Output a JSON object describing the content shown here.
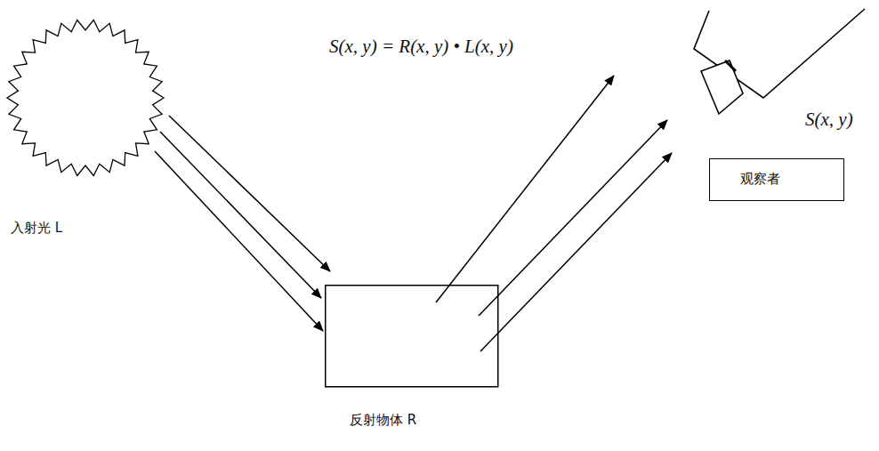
{
  "diagram": {
    "nodes": [
      {
        "text": [
          "入射光 L"
        ]
      },
      {
        "text": [
          "S(x, y)"
        ]
      },
      {
        "text": [
          "观察者"
        ]
      },
      {
        "text": [
          "反射物体 R"
        ]
      }
    ],
    "edges": [
      {
        "from": 0,
        "to": 3,
        "arrow": "to"
      },
      {
        "from": 0,
        "to": 3,
        "arrow": "to"
      },
      {
        "from": 0,
        "to": 3,
        "arrow": "to"
      },
      {
        "from": 3,
        "to": 1,
        "arrow": "to"
      },
      {
        "from": 3,
        "to": 1,
        "arrow": "to"
      },
      {
        "from": 3,
        "to": 1,
        "arrow": "to"
      }
    ],
    "labels": [
      "S(x, y) = R(x, y) • L(x, y)"
    ]
  }
}
